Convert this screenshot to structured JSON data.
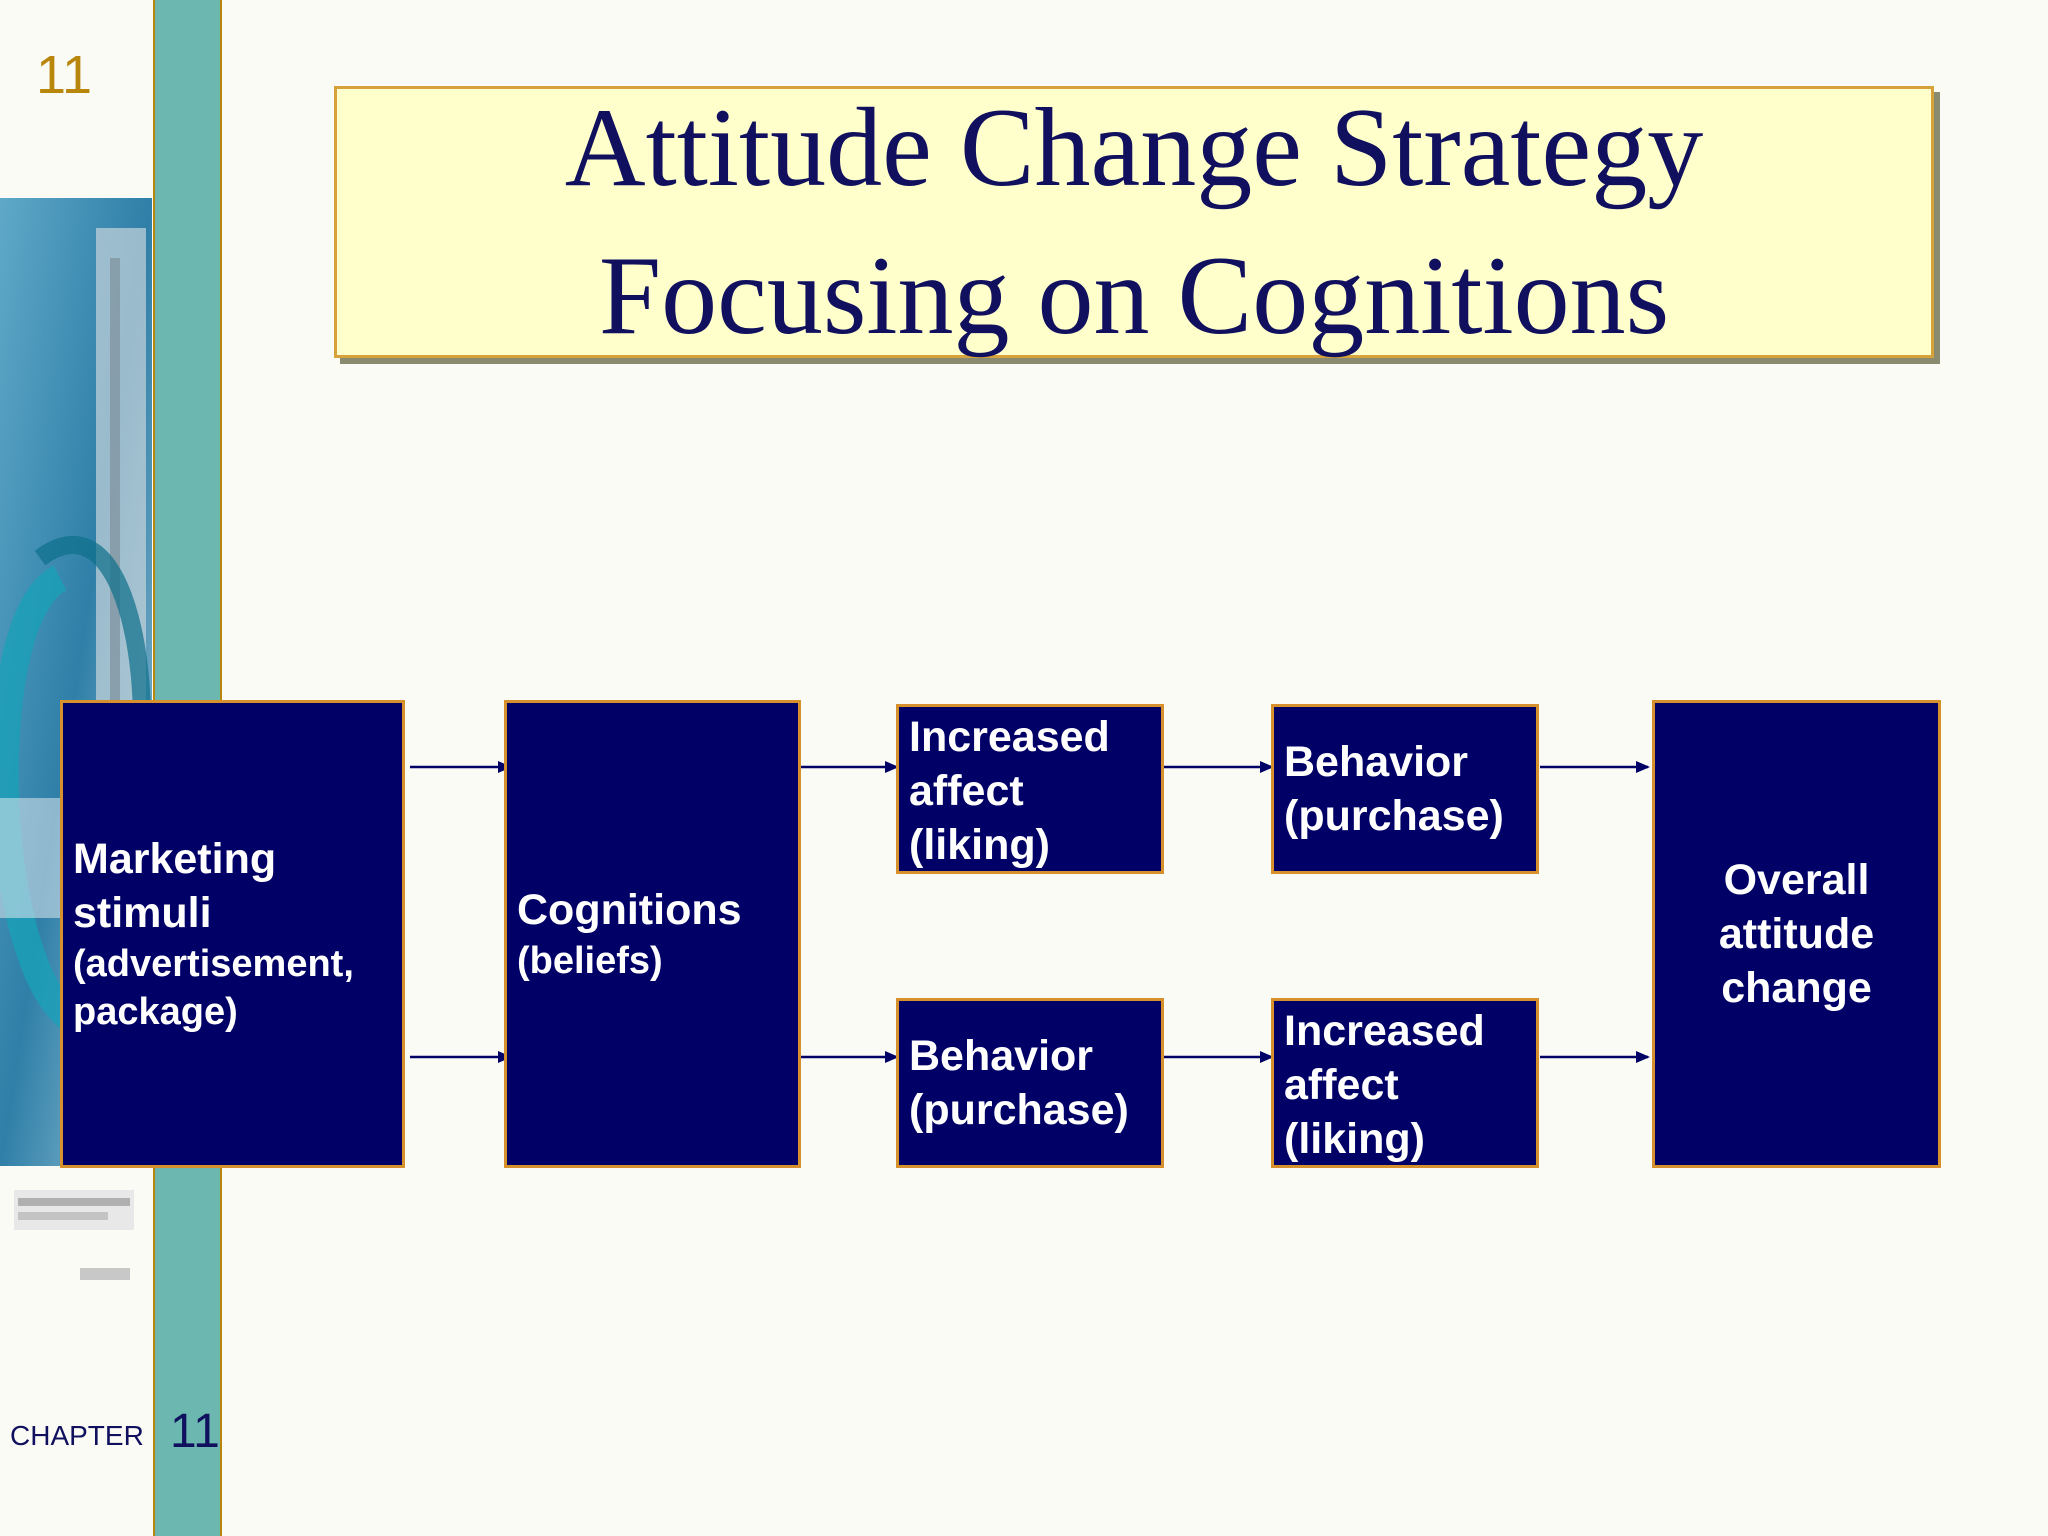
{
  "slide": {
    "page_number": "11",
    "chapter_label": "CHAPTER",
    "chapter_number": "11"
  },
  "title": {
    "line1": "Attitude Change Strategy",
    "line2": "Focusing on Cognitions"
  },
  "diagram": {
    "marketing": {
      "line1": "Marketing",
      "line2": "stimuli",
      "line3": "(advertisement,",
      "line4": "package)"
    },
    "cognitions": {
      "line1": "Cognitions",
      "line2": "(beliefs)"
    },
    "top_affect": {
      "line1": "Increased",
      "line2": "affect",
      "line3": "(liking)"
    },
    "top_behavior": {
      "line1": "Behavior",
      "line2": "(purchase)"
    },
    "bottom_behavior": {
      "line1": "Behavior",
      "line2": "(purchase)"
    },
    "bottom_affect": {
      "line1": "Increased",
      "line2": "affect",
      "line3": "(liking)"
    },
    "outcome": {
      "line1": "Overall",
      "line2": "attitude",
      "line3": "change"
    }
  },
  "colors": {
    "box_fill": "#000066",
    "box_border": "#d6902c",
    "title_fill": "#ffffcc",
    "title_text": "#10105e",
    "side_strip": "#6cb8b0",
    "arrow": "#000066"
  }
}
